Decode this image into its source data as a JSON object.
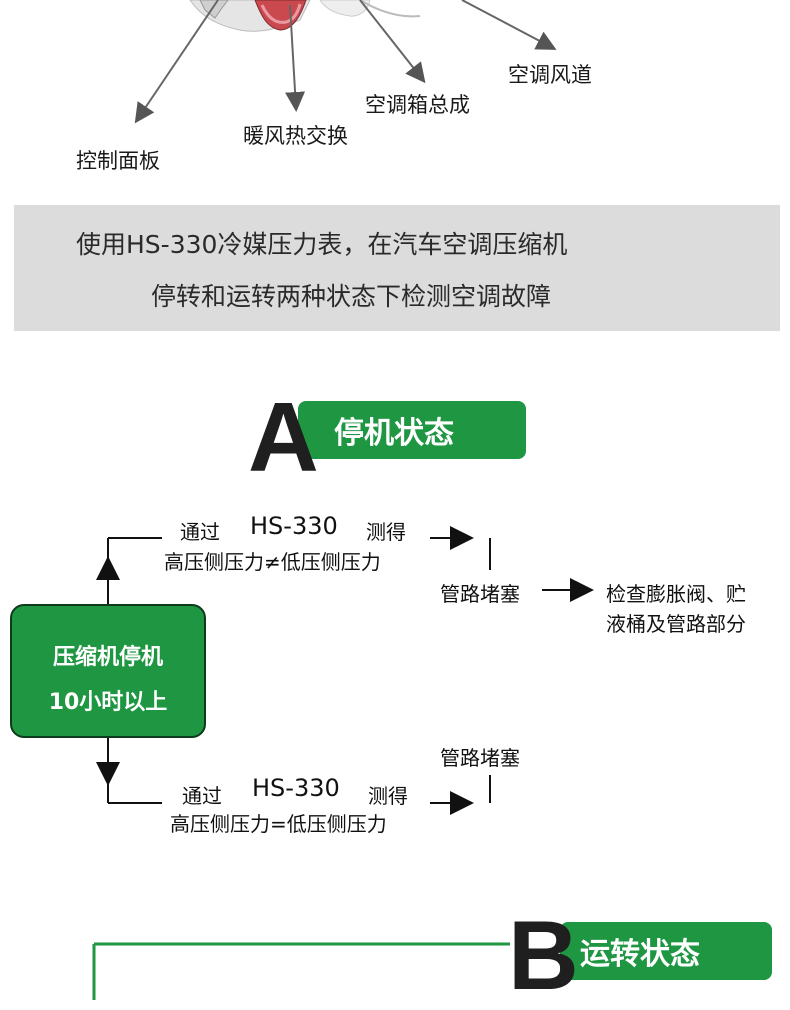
{
  "diagram_labels": {
    "control_panel": "控制面板",
    "heater_core": "暖风热交换",
    "hvac_box": "空调箱总成",
    "air_duct": "空调风道"
  },
  "banner": {
    "line1": "使用HS-330冷媒压力表，在汽车空调压缩机",
    "line2": "停转和运转两种状态下检测空调故障"
  },
  "section_a": {
    "letter": "A",
    "title": "停机状态",
    "start_box": {
      "line1": "压缩机停机",
      "line2": "10小时以上"
    },
    "upper_branch": {
      "via": "通过",
      "device": "HS-330",
      "measure": "测得",
      "condition": "高压侧压力≠低压侧压力",
      "result": "管路堵塞",
      "action_line1": "检查膨胀阀、贮",
      "action_line2": "液桶及管路部分"
    },
    "lower_branch": {
      "via": "通过",
      "device": "HS-330",
      "measure": "测得",
      "condition": "高压侧压力=低压侧压力",
      "result": "管路堵塞"
    }
  },
  "section_b": {
    "letter": "B",
    "title": "运转状态"
  },
  "colors": {
    "accent_green": "#1e9642",
    "banner_gray": "#dcdcdc",
    "line": "#111111"
  }
}
